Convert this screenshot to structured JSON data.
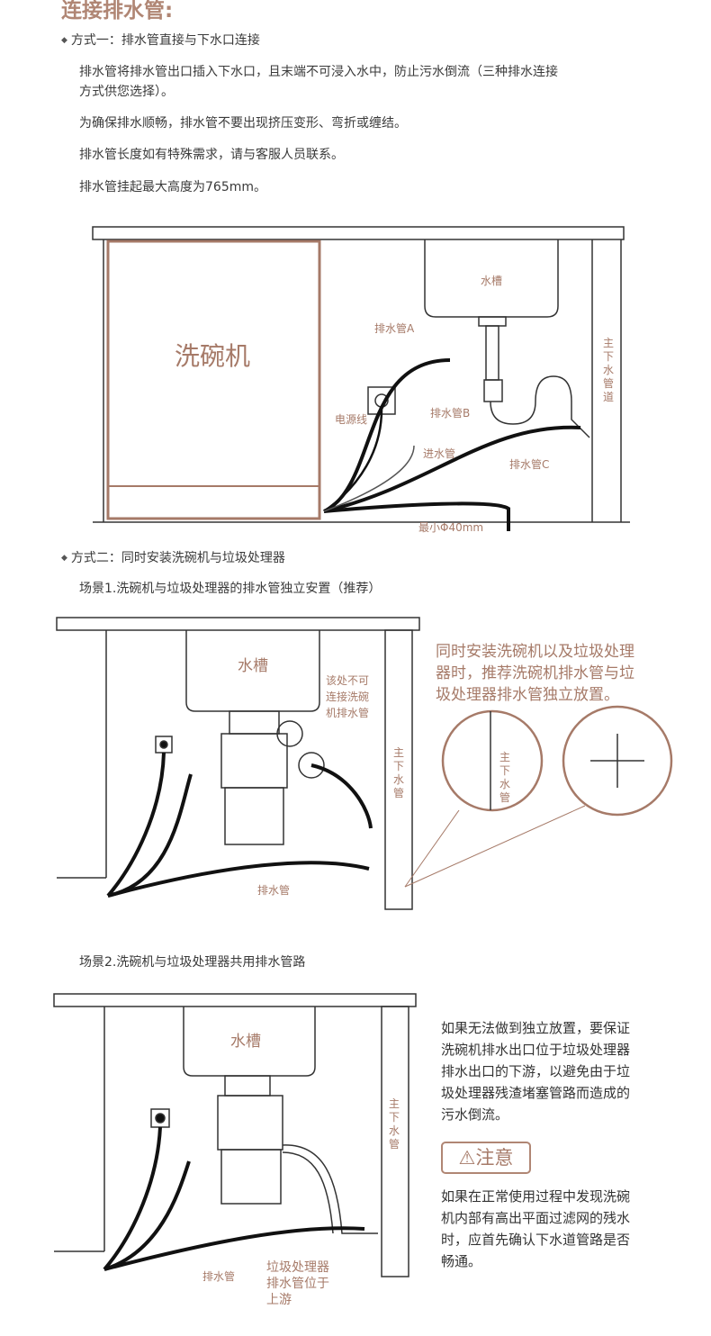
{
  "title": "连接排水管:",
  "method1": {
    "heading": "方式一：排水管直接与下水口连接",
    "p1a": "排水管将排水管出口插入下水口，且末端不可浸入水中，防止污水倒流（三种排水连接",
    "p1b": "方式供您选择）。",
    "p2": "为确保排水顺畅，排水管不要出现挤压变形、弯折或缠结。",
    "p3": "排水管长度如有特殊需求，请与客服人员联系。",
    "p4": "排水管挂起最大高度为765mm。"
  },
  "diagram1": {
    "dishwasher": "洗碗机",
    "sink": "水槽",
    "hose_a": "排水管A",
    "hose_b": "排水管B",
    "hose_c": "排水管C",
    "power": "电源线",
    "inlet": "进水管",
    "min_diameter": "最小Φ40mm",
    "main_drain": [
      "主",
      "下",
      "水",
      "管",
      "道"
    ]
  },
  "method2": {
    "heading": "方式二：同时安装洗碗机与垃圾处理器",
    "scene1": "场景1.洗碗机与垃圾处理器的排水管独立安置（推荐）",
    "scene2": "场景2.洗碗机与垃圾处理器共用排水管路"
  },
  "diagram2": {
    "sink": "水槽",
    "warning_lines": [
      "该处不可",
      "连接洗碗",
      "机排水管"
    ],
    "drain_hose": "排水管",
    "main_drain": [
      "主",
      "下",
      "水",
      "管"
    ],
    "note_lines": [
      "同时安装洗碗机以及垃圾处理",
      "器时，推荐洗碗机排水管与垃",
      "圾处理器排水管独立放置。"
    ]
  },
  "diagram3": {
    "sink": "水槽",
    "drain_hose": "排水管",
    "upstream_lines": [
      "垃圾处理器",
      "排水管位于",
      "上游"
    ],
    "main_drain": [
      "主",
      "下",
      "水",
      "管"
    ],
    "note_lines": [
      "如果无法做到独立放置，要保证",
      "洗碗机排水出口位于垃圾处理器",
      "排水出口的下游，以避免由于垃",
      "圾处理器残渣堵塞管路而造成的",
      "污水倒流。"
    ],
    "caution": "注意",
    "caution_lines": [
      "如果在正常使用过程中发现洗碗",
      "机内部有高出平面过滤网的残水",
      "时，应首先确认下水道管路是否",
      "畅通。"
    ]
  },
  "colors": {
    "accent": "#a67a68"
  }
}
